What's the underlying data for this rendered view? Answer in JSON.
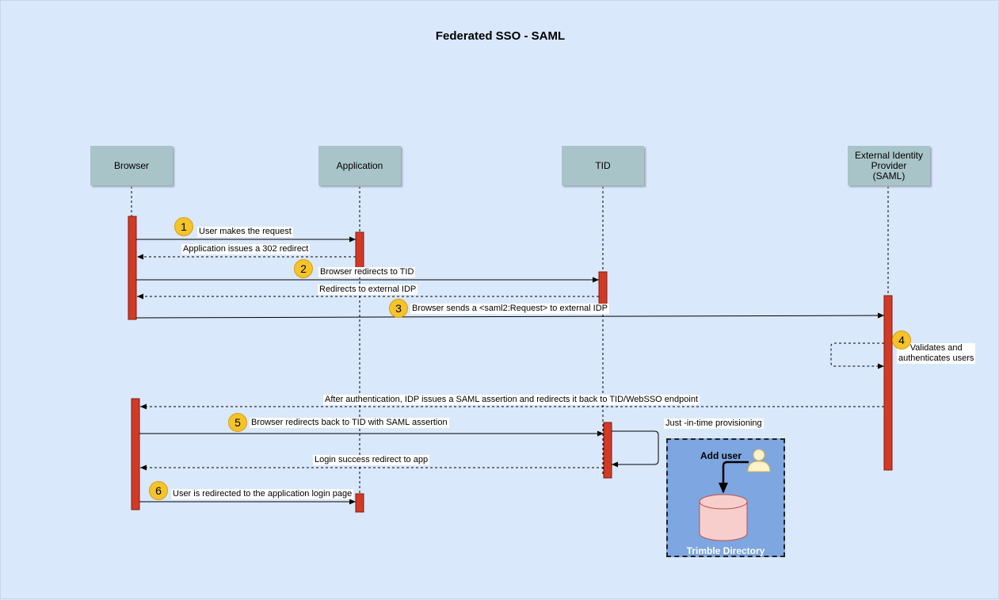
{
  "title": "Federated SSO - SAML",
  "actors": {
    "browser": "Browser",
    "application": "Application",
    "tid": "TID",
    "external_idp": "External Identity\nProvider\n(SAML)"
  },
  "messages": [
    {
      "step": "1",
      "label": "User makes the request"
    },
    {
      "label": "Application issues a 302 redirect"
    },
    {
      "step": "2",
      "label": "Browser redirects to TID"
    },
    {
      "label": "Redirects to external IDP"
    },
    {
      "step": "3",
      "label": "Browser sends a <saml2:Request> to external IDP"
    },
    {
      "step": "4",
      "label": "Validates and\nauthenticates users"
    },
    {
      "label": "After authentication, IDP issues a SAML assertion and redirects it back to TID/WebSSO endpoint"
    },
    {
      "step": "5",
      "label": "Browser redirects back to TID with SAML assertion"
    },
    {
      "label": "Just -in-time provisioning"
    },
    {
      "label": "Login success redirect to app"
    },
    {
      "step": "6",
      "label": "User is redirected to the application login page"
    }
  ],
  "provisioning": {
    "add_user": "Add user",
    "directory": "Trimble Directory"
  },
  "colors": {
    "background": "#dae8fc",
    "actor_box": "#a9c4c8",
    "activation_bar": "#d23a25",
    "step_badge": "#f5c32a",
    "provisioning_box": "#7ea6e0",
    "database": "#f8cecc"
  }
}
